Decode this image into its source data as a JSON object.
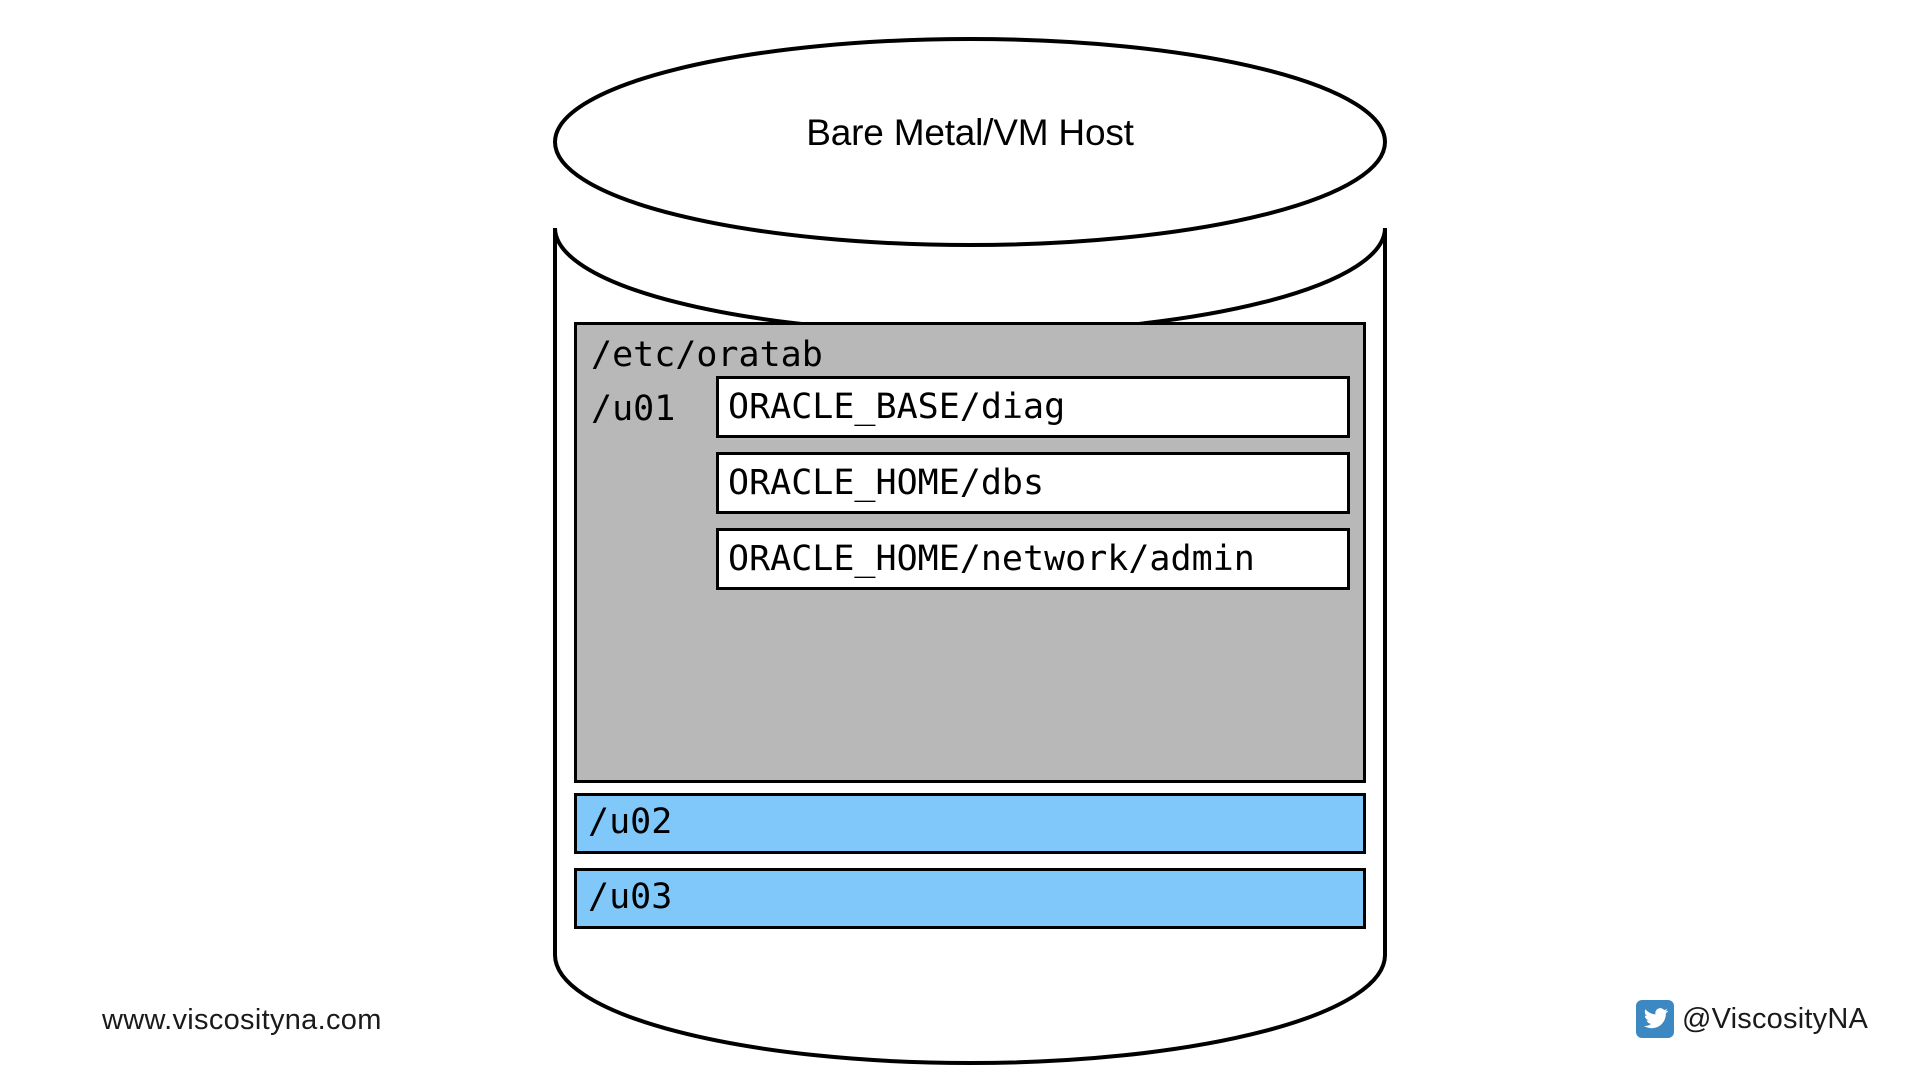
{
  "diagram": {
    "title": "Bare Metal/VM Host",
    "colors": {
      "u01_fill": "#b8b8b8",
      "u02_fill": "#80c8fa",
      "u03_fill": "#80c8fa",
      "outline": "#000000",
      "background": "#ffffff",
      "twitter_badge": "#3b88c3"
    },
    "mounts": [
      {
        "name": "/u01",
        "config_file": "/etc/oratab",
        "fill": "#b8b8b8",
        "paths": [
          "ORACLE_BASE/diag",
          "ORACLE_HOME/dbs",
          "ORACLE_HOME/network/admin"
        ]
      },
      {
        "name": "/u02",
        "fill": "#80c8fa",
        "paths": []
      },
      {
        "name": "/u03",
        "fill": "#80c8fa",
        "paths": []
      }
    ]
  },
  "footer": {
    "website": "www.viscosityna.com",
    "twitter_handle": "@ViscosityNA",
    "twitter_icon": "twitter-bird-icon"
  }
}
